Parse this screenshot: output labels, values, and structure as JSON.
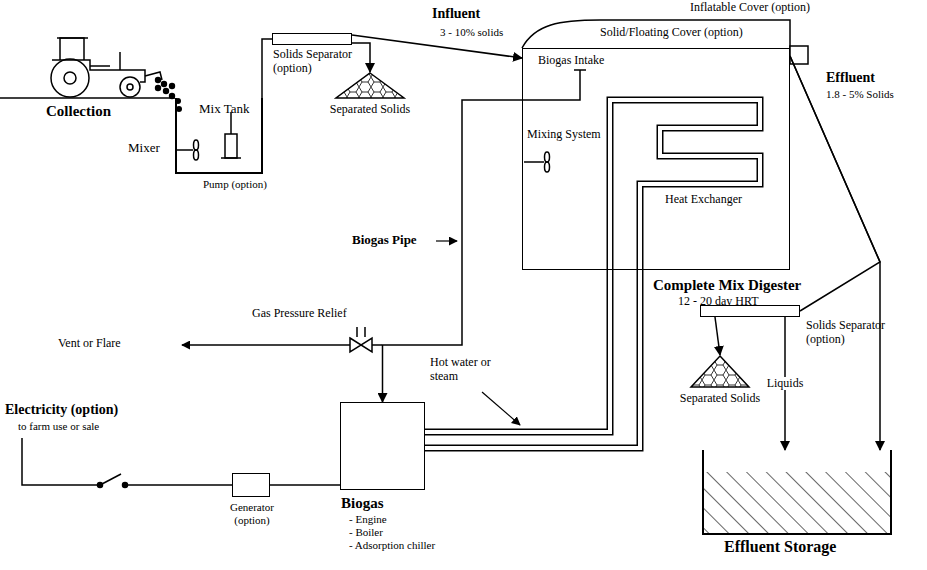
{
  "diagram": {
    "nodes": [
      {
        "text": [
          "Mix Tank"
        ]
      },
      {
        "text": [
          "Solids Separator (option)"
        ]
      },
      {
        "text": [
          "Separated Solids"
        ]
      },
      {
        "text": [
          "Complete Mix Digester",
          "12 - 20 day HRT"
        ]
      },
      {
        "text": [
          "Biogas",
          "- Engine",
          "- Boiler",
          "- Adsorption chiller"
        ]
      },
      {
        "text": [
          "Generator (option)"
        ]
      },
      {
        "text": [
          "Solids Separator (option)"
        ]
      },
      {
        "text": [
          "Separated Solids"
        ]
      },
      {
        "text": [
          "Effluent Storage"
        ]
      }
    ],
    "edges": [
      {
        "from": 0,
        "to": 1,
        "arrow": "none"
      },
      {
        "from": 1,
        "to": 3,
        "arrow": "to"
      },
      {
        "from": 1,
        "to": 2,
        "arrow": "to"
      },
      {
        "from": 3,
        "to": 4,
        "arrow": "to"
      },
      {
        "from": 4,
        "to": 3,
        "arrow": "none"
      },
      {
        "from": 5,
        "to": 4,
        "arrow": "none"
      },
      {
        "from": 3,
        "to": 8,
        "arrow": "to"
      },
      {
        "from": 3,
        "to": 6,
        "arrow": "none"
      },
      {
        "from": 6,
        "to": 7,
        "arrow": "to"
      },
      {
        "from": 6,
        "to": 8,
        "label": "Liquids",
        "arrow": "to"
      }
    ],
    "labels": [
      "Collection",
      "Mixer",
      "Pump (option)",
      "Influent",
      "3 - 10% solids",
      "Inflatable Cover (option)",
      "Solid/Floating Cover (option)",
      "Biogas Intake",
      "Effluent",
      "1.8 - 5% Solids",
      "Mixing System",
      "Heat Exchanger",
      "Biogas Pipe",
      "Gas Pressure Relief",
      "Vent or Flare",
      "Hot water or steam",
      "Electricity (option)",
      "to farm use or sale"
    ]
  }
}
